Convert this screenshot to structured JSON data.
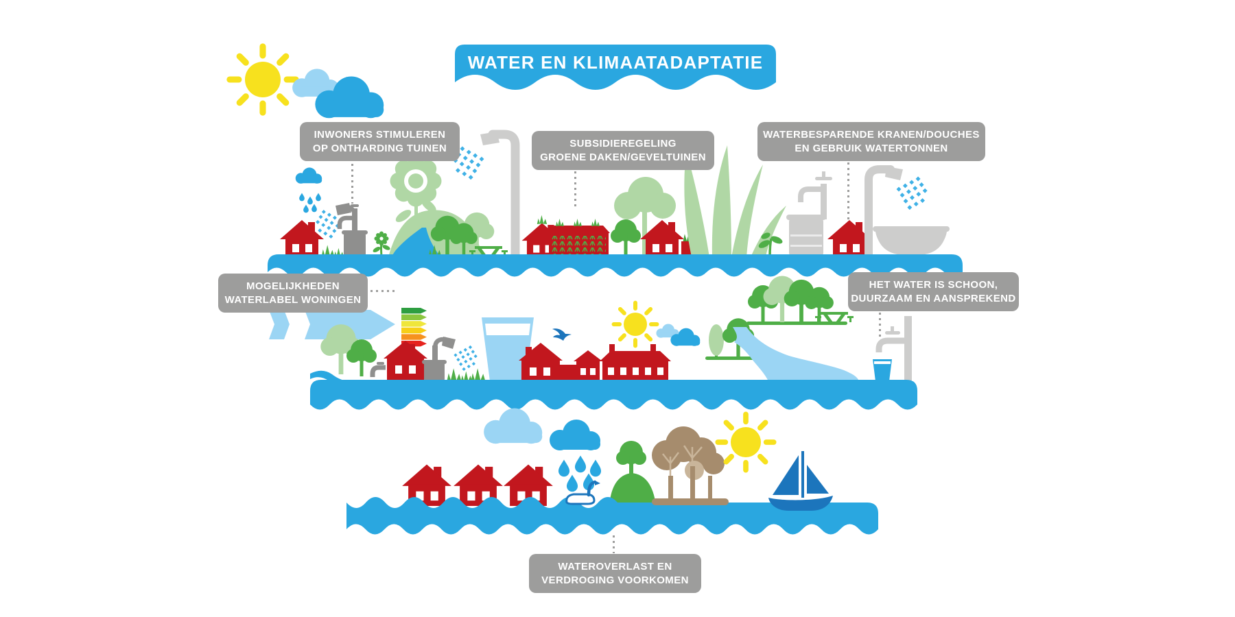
{
  "title": "WATER EN KLIMAATADAPTATIE",
  "labels": {
    "inwoners": "INWONERS STIMULEREN\nOP ONTHARDING TUINEN",
    "subsidie": "SUBSIDIEREGELING\nGROENE DAKEN/GEVELTUINEN",
    "kranen": "WATERBESPARENDE KRANEN/DOUCHES\nEN GEBRUIK WATERTONNEN",
    "waterlabel": "MOGELIJKHEDEN\nWATERLABEL WONINGEN",
    "schoon": "HET WATER IS SCHOON,\nDUURZAAM EN AANSPREKEND",
    "wateroverlast": "WATEROVERLAST EN\nVERDROGING VOORKOMEN"
  },
  "colors": {
    "water_blue": "#2AA7E0",
    "light_blue": "#9BD5F4",
    "spray_blue": "#3FB1E6",
    "dark_blue": "#1C75BC",
    "house_red": "#C2171E",
    "green": "#4FAE47",
    "light_green": "#B0D7A5",
    "label_gray": "#9D9D9C",
    "object_gray_light": "#CDCDCC",
    "object_gray": "#8F8F8E",
    "sun_yellow": "#F7E11E",
    "tree_brown": "#A68C6D",
    "tree_brown_light": "#C9B59A",
    "energy_label_colors": [
      "#2E9E41",
      "#8CC63F",
      "#EFE63B",
      "#F7CF17",
      "#F6921E",
      "#E6231E"
    ]
  },
  "icons": [
    "sun-icon",
    "cloud-icon",
    "rain-cloud-icon",
    "house-icon",
    "water-pump-icon",
    "shower-icon",
    "flower-icon",
    "tree-icon",
    "grass-icon",
    "picnic-table-icon",
    "green-roof-house-icon",
    "facade-garden-icon",
    "rain-barrel-icon",
    "bathtub-icon",
    "water-arrow-icon",
    "energy-label-icon",
    "faucet-icon",
    "water-glass-icon",
    "swallow-icon",
    "river-icon",
    "drinking-tap-icon",
    "swan-icon",
    "island-icon",
    "dry-trees-icon",
    "sailboat-icon",
    "water-band-icon"
  ]
}
